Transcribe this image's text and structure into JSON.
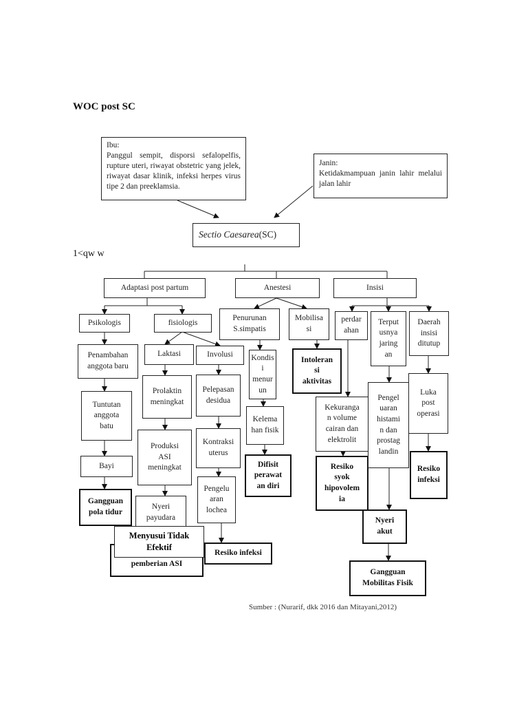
{
  "title": "WOC post SC",
  "stray_text": "1<qw   w",
  "ibu": {
    "label": "Ibu:",
    "text": "Panggul sempit, disporsi sefalopelfis, rupture uteri, riwayat obstetric yang jelek, riwayat dasar klinik, infeksi herpes virus tipe 2 dan preeklamsia."
  },
  "janin": {
    "label": "Janin:",
    "text": "Ketidakmampuan janin lahir melalui jalan lahir"
  },
  "sc": {
    "italic": "Sectio Caesarea",
    "suffix": "(SC)"
  },
  "level1": {
    "adaptasi": "Adaptasi post partum",
    "anestesi": "Anestesi",
    "insisi": "Insisi"
  },
  "adaptasi_branch": {
    "psikologis": "Psikologis",
    "fisiologis": "fisiologis",
    "penambahan": "Penambahan\nanggota baru",
    "tuntutan": "Tuntutan\nanggota\nbatu",
    "bayi": "Bayi",
    "gangguan_pola_tidur": "Gangguan\npola tidur",
    "laktasi": "Laktasi",
    "involusi": "Involusi",
    "prolaktin": "Prolaktin\nmeningkat",
    "produksi_asi": "Produksi\nASI\nmeningkat",
    "nyeri_payudara": "Nyeri\npayudara",
    "menyusui": "Menyusui Tidak\nEfektif",
    "pemberian_asi": "pemberian ASI",
    "pelepasan": "Pelepasan\ndesidua",
    "kontraksi": "Kontraksi\nuterus",
    "pengeluaran": "Pengelu\naran\nlochea",
    "resiko_infeksi_1": "Resiko infeksi"
  },
  "anestesi_branch": {
    "penurunan": "Penurunan\nS.simpatis",
    "mobilisasi": "Mobilisa\nsi",
    "kondisi": "Kondis\ni\nmenur\nun",
    "kelemahan": "Kelema\nhan fisik",
    "defisit": "Difisit\nperawat\nan diri",
    "intoleransi": "Intoleran\nsi\naktivitas"
  },
  "insisi_branch": {
    "perdarahan": "perdar\nahan",
    "terputus": "Terput\nusnya\njaring\nan",
    "daerah": "Daerah\ninsisi\nditutup",
    "kekurangan": "Kekuranga\nn volume\ncairan dan\nelektrolit",
    "resiko_syok": "Resiko\nsyok\nhipovolem\nia",
    "pengeluaran_histamin": "Pengel\nuaran\nhistami\nn dan\nprostag\nlandin",
    "luka": "Luka\npost\noperasi",
    "resiko_infeksi_2": "Resiko\ninfeksi",
    "nyeri_akut": "Nyeri\nakut",
    "gangguan_mobilitas": "Gangguan\nMobilitas  Fisik"
  },
  "source": "Sumber : (Nurarif, dkk 2016 dan Mitayani,2012)"
}
